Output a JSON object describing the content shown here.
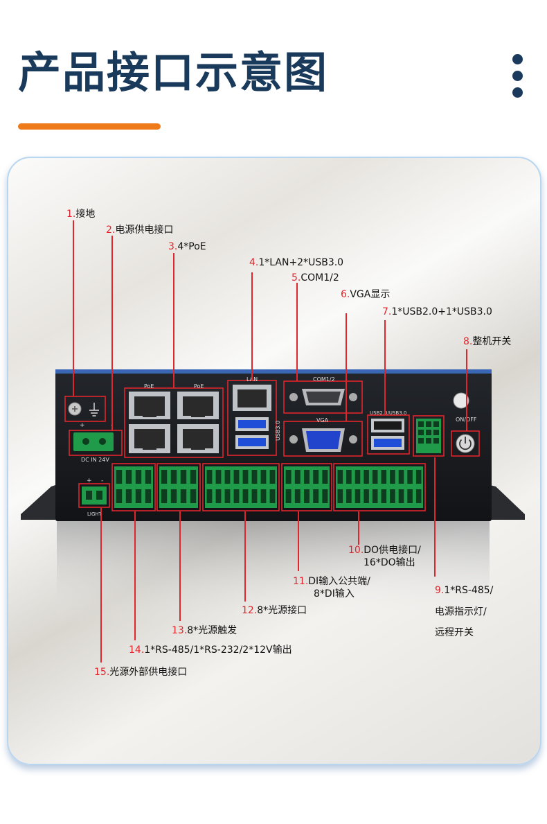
{
  "page": {
    "title": "产品接口示意图",
    "colors": {
      "title": "#1a3a5c",
      "accent": "#ef7a1a",
      "marker": "#e0252c"
    }
  },
  "device": {
    "port_labels": {
      "poe_left": "PoE",
      "poe_right": "PoE",
      "lan": "LAN",
      "com": "COM1/2",
      "vga": "VGA",
      "usb_side": "USB3.0",
      "usb_top": "USB2.0/USB3.0",
      "dc_in": "DC  IN  24V",
      "light": "LIGHT",
      "power_btn": "ON/OFF",
      "plus": "+",
      "minus": "-"
    }
  },
  "callouts": [
    {
      "num": "1.",
      "text": "接地"
    },
    {
      "num": "2.",
      "text": "电源供电接口"
    },
    {
      "num": "3.",
      "text": "4*PoE"
    },
    {
      "num": "4.",
      "text": "1*LAN+2*USB3.0"
    },
    {
      "num": "5.",
      "text": "COM1/2"
    },
    {
      "num": "6.",
      "text": "VGA显示"
    },
    {
      "num": "7.",
      "text": "1*USB2.0+1*USB3.0"
    },
    {
      "num": "8.",
      "text": "整机开关"
    },
    {
      "num": "9.",
      "text": "1*RS-485/",
      "text2": "电源指示灯/",
      "text3": "远程开关"
    },
    {
      "num": "10.",
      "text": "DO供电接口/",
      "text2": "16*DO输出"
    },
    {
      "num": "11.",
      "text": "DI输入公共端/",
      "text2": "8*DI输入"
    },
    {
      "num": "12.",
      "text": "8*光源接口"
    },
    {
      "num": "13.",
      "text": "8*光源触发"
    },
    {
      "num": "14.",
      "text": "1*RS-485/1*RS-232/2*12V输出"
    },
    {
      "num": "15.",
      "text": "光源外部供电接口"
    }
  ]
}
